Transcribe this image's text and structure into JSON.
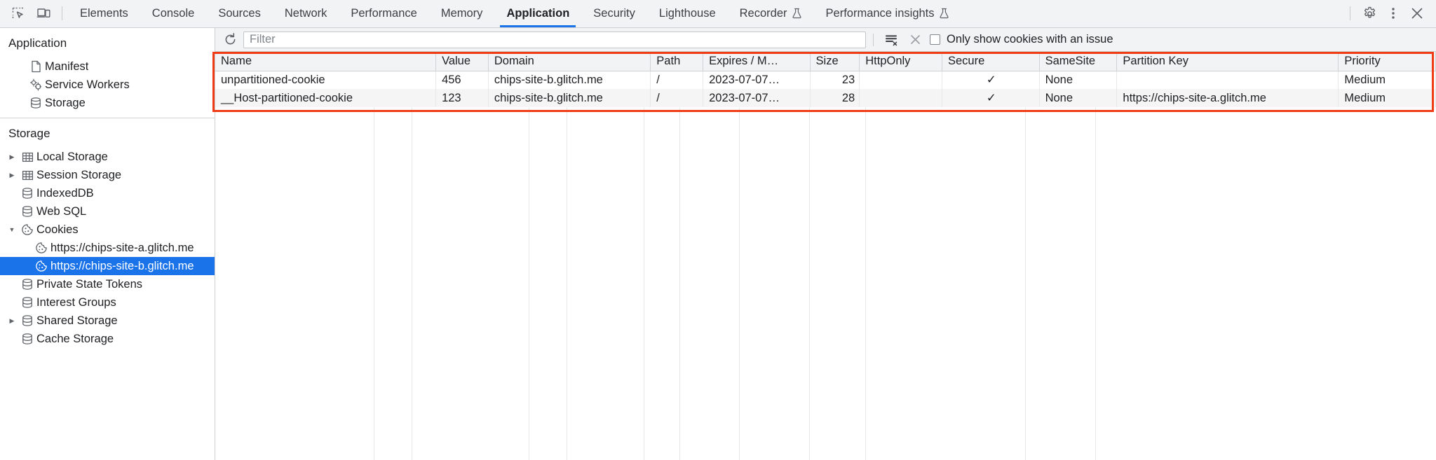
{
  "toolbar": {
    "icons": [
      {
        "name": "inspect-element-icon",
        "label": "Inspect element"
      },
      {
        "name": "device-toolbar-icon",
        "label": "Toggle device toolbar"
      }
    ],
    "tabs": [
      {
        "label": "Elements",
        "active": false,
        "experimental": false
      },
      {
        "label": "Console",
        "active": false,
        "experimental": false
      },
      {
        "label": "Sources",
        "active": false,
        "experimental": false
      },
      {
        "label": "Network",
        "active": false,
        "experimental": false
      },
      {
        "label": "Performance",
        "active": false,
        "experimental": false
      },
      {
        "label": "Memory",
        "active": false,
        "experimental": false
      },
      {
        "label": "Application",
        "active": true,
        "experimental": false
      },
      {
        "label": "Security",
        "active": false,
        "experimental": false
      },
      {
        "label": "Lighthouse",
        "active": false,
        "experimental": false
      },
      {
        "label": "Recorder",
        "active": false,
        "experimental": true
      },
      {
        "label": "Performance insights",
        "active": false,
        "experimental": true
      }
    ],
    "right_icons": [
      {
        "name": "settings-gear-icon",
        "label": "Settings"
      },
      {
        "name": "more-options-icon",
        "label": "Customize and control DevTools"
      },
      {
        "name": "close-devtools-icon",
        "label": "Close DevTools"
      }
    ],
    "active_tab_underline_color": "#1a73e8"
  },
  "sidebar": {
    "application_section": {
      "title": "Application",
      "items": [
        {
          "label": "Manifest",
          "icon": "manifest-page-icon",
          "indent": 1,
          "twisty": "none",
          "selected": false
        },
        {
          "label": "Service Workers",
          "icon": "service-workers-gear-icon",
          "indent": 1,
          "twisty": "none",
          "selected": false
        },
        {
          "label": "Storage",
          "icon": "database-icon",
          "indent": 1,
          "twisty": "none",
          "selected": false
        }
      ]
    },
    "storage_section": {
      "title": "Storage",
      "items": [
        {
          "label": "Local Storage",
          "icon": "table-grid-icon",
          "indent": 1,
          "twisty": "collapsed",
          "selected": false
        },
        {
          "label": "Session Storage",
          "icon": "table-grid-icon",
          "indent": 1,
          "twisty": "collapsed",
          "selected": false
        },
        {
          "label": "IndexedDB",
          "icon": "database-icon",
          "indent": 1,
          "twisty": "none",
          "selected": false
        },
        {
          "label": "Web SQL",
          "icon": "database-icon",
          "indent": 1,
          "twisty": "none",
          "selected": false
        },
        {
          "label": "Cookies",
          "icon": "cookie-icon",
          "indent": 1,
          "twisty": "expanded",
          "selected": false
        },
        {
          "label": "https://chips-site-a.glitch.me",
          "icon": "cookie-icon",
          "indent": 2,
          "twisty": "none",
          "selected": false
        },
        {
          "label": "https://chips-site-b.glitch.me",
          "icon": "cookie-icon",
          "indent": 2,
          "twisty": "none",
          "selected": true
        },
        {
          "label": "Private State Tokens",
          "icon": "database-icon",
          "indent": 1,
          "twisty": "none",
          "selected": false
        },
        {
          "label": "Interest Groups",
          "icon": "database-icon",
          "indent": 1,
          "twisty": "none",
          "selected": false
        },
        {
          "label": "Shared Storage",
          "icon": "database-icon",
          "indent": 1,
          "twisty": "collapsed",
          "selected": false
        },
        {
          "label": "Cache Storage",
          "icon": "database-icon",
          "indent": 1,
          "twisty": "none",
          "selected": false
        }
      ]
    },
    "selection_color": "#1a73e8"
  },
  "filter_bar": {
    "refresh_icon": "refresh-icon",
    "filter_placeholder": "Filter",
    "filter_value": "",
    "clear_filtered_icon": "clear-filtered-cookies-icon",
    "clear_all_icon": "clear-all-cookies-icon",
    "issue_checkbox_label": "Only show cookies with an issue",
    "issue_checkbox_checked": false
  },
  "cookies_table": {
    "columns": [
      {
        "key": "name",
        "label": "Name"
      },
      {
        "key": "value",
        "label": "Value"
      },
      {
        "key": "domain",
        "label": "Domain"
      },
      {
        "key": "path",
        "label": "Path"
      },
      {
        "key": "expires",
        "label": "Expires / M…"
      },
      {
        "key": "size",
        "label": "Size"
      },
      {
        "key": "httponly",
        "label": "HttpOnly"
      },
      {
        "key": "secure",
        "label": "Secure"
      },
      {
        "key": "samesite",
        "label": "SameSite"
      },
      {
        "key": "partitionkey",
        "label": "Partition Key"
      },
      {
        "key": "priority",
        "label": "Priority"
      }
    ],
    "rows": [
      {
        "name": "unpartitioned-cookie",
        "value": "456",
        "domain": "chips-site-b.glitch.me",
        "path": "/",
        "expires": "2023-07-07…",
        "size": "23",
        "httponly": "",
        "secure": "✓",
        "samesite": "None",
        "partitionkey": "",
        "priority": "Medium"
      },
      {
        "name": "__Host-partitioned-cookie",
        "value": "123",
        "domain": "chips-site-b.glitch.me",
        "path": "/",
        "expires": "2023-07-07…",
        "size": "28",
        "httponly": "",
        "secure": "✓",
        "samesite": "None",
        "partitionkey": "https://chips-site-a.glitch.me",
        "priority": "Medium"
      }
    ]
  },
  "annotation": {
    "name": "highlight-box",
    "color": "#f03c14"
  }
}
